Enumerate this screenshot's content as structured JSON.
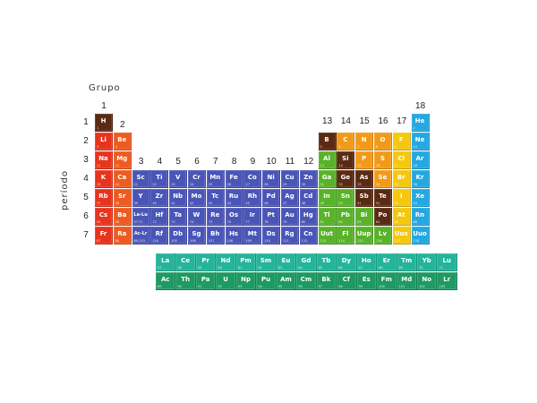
{
  "header": {
    "group_label": "Grupo",
    "period_label": "período"
  },
  "groups": [
    "1",
    "2",
    "3",
    "4",
    "5",
    "6",
    "7",
    "8",
    "9",
    "10",
    "11",
    "12",
    "13",
    "14",
    "15",
    "16",
    "17",
    "18"
  ],
  "periods": [
    "1",
    "2",
    "3",
    "4",
    "5",
    "6",
    "7"
  ],
  "colors": {
    "hydrogen": "#5a2a12",
    "alkali": "#e8331d",
    "alkaline_earth": "#ef5a1f",
    "transition": "#4a55b8",
    "post_transition": "#58b22a",
    "metalloid": "#5a2a12",
    "nonmetal": "#f29a18",
    "halogen": "#f5c70d",
    "noble_gas": "#23a8e1",
    "lanthanide": "#23b49a",
    "actinide": "#1e9a63"
  },
  "elements": [
    {
      "symbol": "H",
      "number": "1",
      "category": "hydrogen"
    },
    {
      "symbol": "He",
      "number": "2",
      "category": "noble_gas"
    },
    {
      "symbol": "Li",
      "number": "3",
      "category": "alkali"
    },
    {
      "symbol": "Be",
      "number": "4",
      "category": "alkaline_earth"
    },
    {
      "symbol": "B",
      "number": "5",
      "category": "metalloid"
    },
    {
      "symbol": "C",
      "number": "6",
      "category": "nonmetal"
    },
    {
      "symbol": "N",
      "number": "7",
      "category": "nonmetal"
    },
    {
      "symbol": "O",
      "number": "8",
      "category": "nonmetal"
    },
    {
      "symbol": "F",
      "number": "9",
      "category": "halogen"
    },
    {
      "symbol": "Ne",
      "number": "10",
      "category": "noble_gas"
    },
    {
      "symbol": "Na",
      "number": "11",
      "category": "alkali"
    },
    {
      "symbol": "Mg",
      "number": "12",
      "category": "alkaline_earth"
    },
    {
      "symbol": "Al",
      "number": "13",
      "category": "post_transition"
    },
    {
      "symbol": "Si",
      "number": "14",
      "category": "metalloid"
    },
    {
      "symbol": "P",
      "number": "15",
      "category": "nonmetal"
    },
    {
      "symbol": "S",
      "number": "16",
      "category": "nonmetal"
    },
    {
      "symbol": "Cl",
      "number": "17",
      "category": "halogen"
    },
    {
      "symbol": "Ar",
      "number": "18",
      "category": "noble_gas"
    },
    {
      "symbol": "K",
      "number": "19",
      "category": "alkali"
    },
    {
      "symbol": "Ca",
      "number": "20",
      "category": "alkaline_earth"
    },
    {
      "symbol": "Sc",
      "number": "21",
      "category": "transition"
    },
    {
      "symbol": "Ti",
      "number": "22",
      "category": "transition"
    },
    {
      "symbol": "V",
      "number": "23",
      "category": "transition"
    },
    {
      "symbol": "Cr",
      "number": "24",
      "category": "transition"
    },
    {
      "symbol": "Mn",
      "number": "25",
      "category": "transition"
    },
    {
      "symbol": "Fe",
      "number": "26",
      "category": "transition"
    },
    {
      "symbol": "Co",
      "number": "27",
      "category": "transition"
    },
    {
      "symbol": "Ni",
      "number": "28",
      "category": "transition"
    },
    {
      "symbol": "Cu",
      "number": "29",
      "category": "transition"
    },
    {
      "symbol": "Zn",
      "number": "30",
      "category": "transition"
    },
    {
      "symbol": "Ga",
      "number": "31",
      "category": "post_transition"
    },
    {
      "symbol": "Ge",
      "number": "32",
      "category": "metalloid"
    },
    {
      "symbol": "As",
      "number": "33",
      "category": "metalloid"
    },
    {
      "symbol": "Se",
      "number": "34",
      "category": "nonmetal"
    },
    {
      "symbol": "Br",
      "number": "35",
      "category": "halogen"
    },
    {
      "symbol": "Kr",
      "number": "36",
      "category": "noble_gas"
    },
    {
      "symbol": "Rb",
      "number": "37",
      "category": "alkali"
    },
    {
      "symbol": "Sr",
      "number": "38",
      "category": "alkaline_earth"
    },
    {
      "symbol": "Y",
      "number": "39",
      "category": "transition"
    },
    {
      "symbol": "Zr",
      "number": "40",
      "category": "transition"
    },
    {
      "symbol": "Nb",
      "number": "41",
      "category": "transition"
    },
    {
      "symbol": "Mo",
      "number": "42",
      "category": "transition"
    },
    {
      "symbol": "Tc",
      "number": "43",
      "category": "transition"
    },
    {
      "symbol": "Ru",
      "number": "44",
      "category": "transition"
    },
    {
      "symbol": "Rh",
      "number": "45",
      "category": "transition"
    },
    {
      "symbol": "Pd",
      "number": "46",
      "category": "transition"
    },
    {
      "symbol": "Ag",
      "number": "47",
      "category": "transition"
    },
    {
      "symbol": "Cd",
      "number": "48",
      "category": "transition"
    },
    {
      "symbol": "In",
      "number": "49",
      "category": "post_transition"
    },
    {
      "symbol": "Sn",
      "number": "50",
      "category": "post_transition"
    },
    {
      "symbol": "Sb",
      "number": "51",
      "category": "metalloid"
    },
    {
      "symbol": "Te",
      "number": "52",
      "category": "metalloid"
    },
    {
      "symbol": "I",
      "number": "53",
      "category": "halogen"
    },
    {
      "symbol": "Xe",
      "number": "54",
      "category": "noble_gas"
    },
    {
      "symbol": "Cs",
      "number": "55",
      "category": "alkali"
    },
    {
      "symbol": "Ba",
      "number": "56",
      "category": "alkaline_earth"
    },
    {
      "symbol": "La-Lu",
      "number": "57-71",
      "category": "transition"
    },
    {
      "symbol": "Hf",
      "number": "72",
      "category": "transition"
    },
    {
      "symbol": "Ta",
      "number": "73",
      "category": "transition"
    },
    {
      "symbol": "W",
      "number": "74",
      "category": "transition"
    },
    {
      "symbol": "Re",
      "number": "75",
      "category": "transition"
    },
    {
      "symbol": "Os",
      "number": "76",
      "category": "transition"
    },
    {
      "symbol": "Ir",
      "number": "77",
      "category": "transition"
    },
    {
      "symbol": "Pt",
      "number": "78",
      "category": "transition"
    },
    {
      "symbol": "Au",
      "number": "79",
      "category": "transition"
    },
    {
      "symbol": "Hg",
      "number": "80",
      "category": "transition"
    },
    {
      "symbol": "Tl",
      "number": "81",
      "category": "post_transition"
    },
    {
      "symbol": "Pb",
      "number": "82",
      "category": "post_transition"
    },
    {
      "symbol": "Bi",
      "number": "83",
      "category": "post_transition"
    },
    {
      "symbol": "Po",
      "number": "84",
      "category": "metalloid"
    },
    {
      "symbol": "At",
      "number": "85",
      "category": "halogen"
    },
    {
      "symbol": "Rn",
      "number": "86",
      "category": "noble_gas"
    },
    {
      "symbol": "Fr",
      "number": "87",
      "category": "alkali"
    },
    {
      "symbol": "Ra",
      "number": "88",
      "category": "alkaline_earth"
    },
    {
      "symbol": "Ac-Lr",
      "number": "89-103",
      "category": "transition"
    },
    {
      "symbol": "Rf",
      "number": "104",
      "category": "transition"
    },
    {
      "symbol": "Db",
      "number": "105",
      "category": "transition"
    },
    {
      "symbol": "Sg",
      "number": "106",
      "category": "transition"
    },
    {
      "symbol": "Bh",
      "number": "107",
      "category": "transition"
    },
    {
      "symbol": "Hs",
      "number": "108",
      "category": "transition"
    },
    {
      "symbol": "Mt",
      "number": "109",
      "category": "transition"
    },
    {
      "symbol": "Ds",
      "number": "110",
      "category": "transition"
    },
    {
      "symbol": "Rg",
      "number": "111",
      "category": "transition"
    },
    {
      "symbol": "Cn",
      "number": "112",
      "category": "transition"
    },
    {
      "symbol": "Uut",
      "number": "113",
      "category": "post_transition"
    },
    {
      "symbol": "Fl",
      "number": "114",
      "category": "post_transition"
    },
    {
      "symbol": "Uup",
      "number": "115",
      "category": "post_transition"
    },
    {
      "symbol": "Lv",
      "number": "116",
      "category": "post_transition"
    },
    {
      "symbol": "Uus",
      "number": "117",
      "category": "halogen"
    },
    {
      "symbol": "Uuo",
      "number": "118",
      "category": "noble_gas"
    },
    {
      "symbol": "La",
      "number": "57",
      "category": "lanthanide"
    },
    {
      "symbol": "Ce",
      "number": "58",
      "category": "lanthanide"
    },
    {
      "symbol": "Pr",
      "number": "59",
      "category": "lanthanide"
    },
    {
      "symbol": "Nd",
      "number": "60",
      "category": "lanthanide"
    },
    {
      "symbol": "Pm",
      "number": "61",
      "category": "lanthanide"
    },
    {
      "symbol": "Sm",
      "number": "62",
      "category": "lanthanide"
    },
    {
      "symbol": "Eu",
      "number": "63",
      "category": "lanthanide"
    },
    {
      "symbol": "Gd",
      "number": "64",
      "category": "lanthanide"
    },
    {
      "symbol": "Tb",
      "number": "65",
      "category": "lanthanide"
    },
    {
      "symbol": "Dy",
      "number": "66",
      "category": "lanthanide"
    },
    {
      "symbol": "Ho",
      "number": "67",
      "category": "lanthanide"
    },
    {
      "symbol": "Er",
      "number": "68",
      "category": "lanthanide"
    },
    {
      "symbol": "Tm",
      "number": "69",
      "category": "lanthanide"
    },
    {
      "symbol": "Yb",
      "number": "70",
      "category": "lanthanide"
    },
    {
      "symbol": "Lu",
      "number": "71",
      "category": "lanthanide"
    },
    {
      "symbol": "Ac",
      "number": "89",
      "category": "actinide"
    },
    {
      "symbol": "Th",
      "number": "90",
      "category": "actinide"
    },
    {
      "symbol": "Pa",
      "number": "91",
      "category": "actinide"
    },
    {
      "symbol": "U",
      "number": "92",
      "category": "actinide"
    },
    {
      "symbol": "Np",
      "number": "93",
      "category": "actinide"
    },
    {
      "symbol": "Pu",
      "number": "94",
      "category": "actinide"
    },
    {
      "symbol": "Am",
      "number": "95",
      "category": "actinide"
    },
    {
      "symbol": "Cm",
      "number": "96",
      "category": "actinide"
    },
    {
      "symbol": "Bk",
      "number": "97",
      "category": "actinide"
    },
    {
      "symbol": "Cf",
      "number": "98",
      "category": "actinide"
    },
    {
      "symbol": "Es",
      "number": "99",
      "category": "actinide"
    },
    {
      "symbol": "Fm",
      "number": "100",
      "category": "actinide"
    },
    {
      "symbol": "Md",
      "number": "101",
      "category": "actinide"
    },
    {
      "symbol": "No",
      "number": "102",
      "category": "actinide"
    },
    {
      "symbol": "Lr",
      "number": "103",
      "category": "actinide"
    }
  ]
}
